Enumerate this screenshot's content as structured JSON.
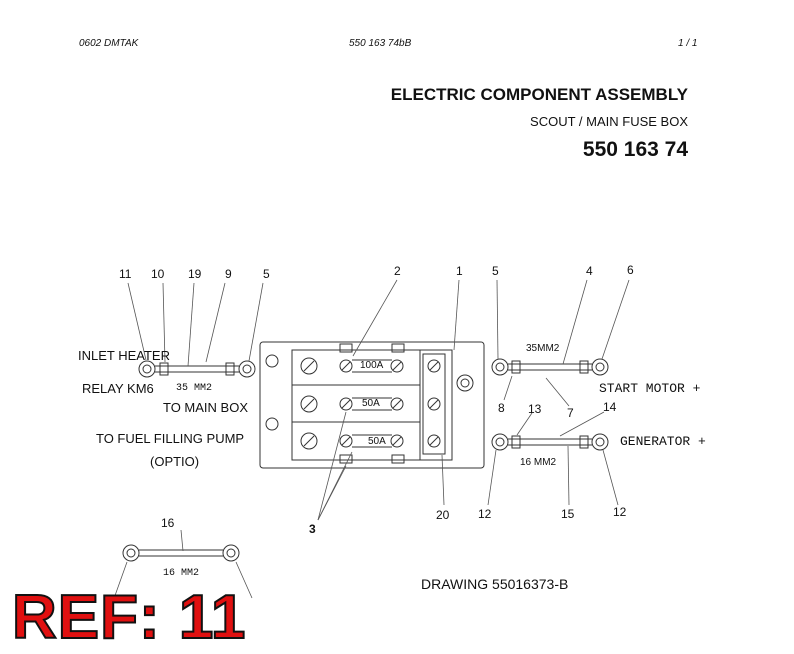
{
  "header": {
    "left_code": "0602   DMTAK",
    "center_code": "550 163 74bB",
    "page": "1 /   1"
  },
  "title": {
    "main": "ELECTRIC COMPONENT ASSEMBLY",
    "sub": "SCOUT / MAIN FUSE BOX",
    "part_number": "550 163 74"
  },
  "labels": {
    "inlet_heater": "INLET HEATER",
    "relay": "RELAY KM6",
    "to_main_box": "TO MAIN BOX",
    "fuel_pump": "TO FUEL FILLING PUMP",
    "optio": "(OPTIO)",
    "start_motor": "START MOTOR +",
    "generator": "GENERATOR +"
  },
  "cable_labels": {
    "left_cable": "35 MM2",
    "start_cable": "35MM2",
    "gen_cable": "16 MM2",
    "spare_cable": "16 MM2"
  },
  "fuses": [
    "100A",
    "50A",
    "50A"
  ],
  "callouts": {
    "c11": "11",
    "c10": "10",
    "c19": "19",
    "c9": "9",
    "c5a": "5",
    "c2": "2",
    "c1": "1",
    "c5b": "5",
    "c4": "4",
    "c6": "6",
    "c8": "8",
    "c13": "13",
    "c7": "7",
    "c14": "14",
    "c12a": "12",
    "c15": "15",
    "c12b": "12",
    "c3": "3",
    "c20": "20",
    "c16": "16"
  },
  "drawing": "DRAWING 55016373-B",
  "ref": "REF: 11",
  "colors": {
    "ref_red": "#e01010",
    "line": "#333333"
  }
}
